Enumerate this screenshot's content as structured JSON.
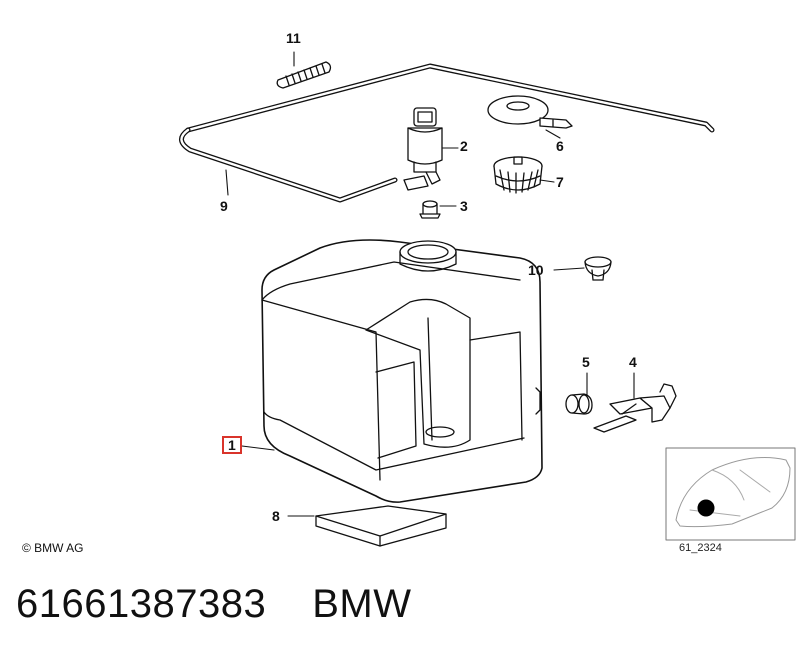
{
  "diagram": {
    "callouts": {
      "c1": "1",
      "c2": "2",
      "c3": "3",
      "c4": "4",
      "c5": "5",
      "c6": "6",
      "c7": "7",
      "c8": "8",
      "c9": "9",
      "c10": "10",
      "c11": "11"
    },
    "highlighted_callout": "1",
    "colors": {
      "line": "#111111",
      "highlight": "#d9342b",
      "footer_text": "#111111"
    },
    "copyright": "© BMW AG",
    "diagram_ref": "61_2324"
  },
  "footer": {
    "part_number": "61661387383",
    "brand": "BMW"
  }
}
